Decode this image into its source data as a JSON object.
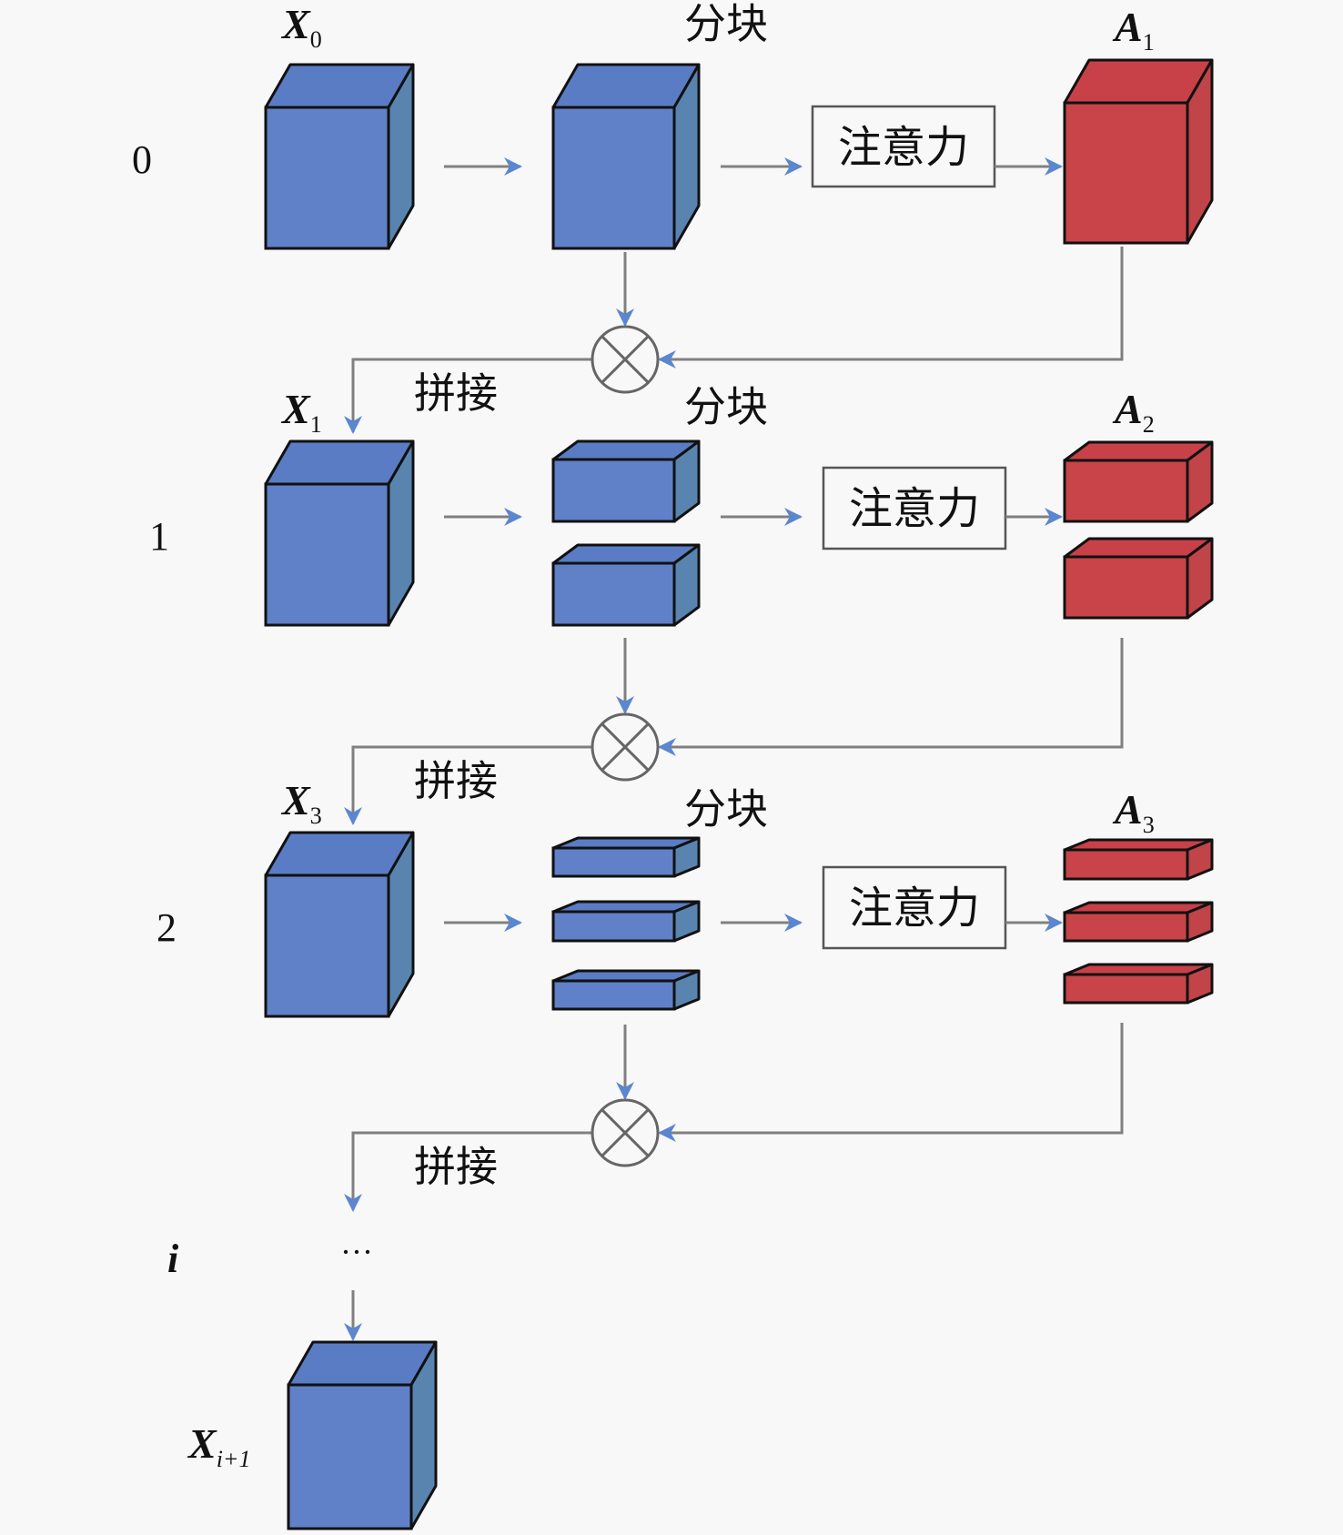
{
  "colors": {
    "background": "#f8f8f8",
    "blue_front": "#6080c8",
    "blue_top": "#5a7cc4",
    "blue_side": "#5a84b0",
    "red_front": "#c84448",
    "red_top": "#c84048",
    "red_side": "#c04448",
    "outline": "#111111",
    "connector_line": "#808080",
    "arrowhead": "#5b86d0",
    "circle": "#666666"
  },
  "stage_labels": [
    "0",
    "1",
    "2",
    "i"
  ],
  "input_labels": [
    {
      "main": "X",
      "sub": "0"
    },
    {
      "main": "X",
      "sub": "1"
    },
    {
      "main": "X",
      "sub": "3"
    },
    {
      "main": "X",
      "sub": "i+1"
    }
  ],
  "attention_labels": [
    {
      "main": "A",
      "sub": "1"
    },
    {
      "main": "A",
      "sub": "2"
    },
    {
      "main": "A",
      "sub": "3"
    }
  ],
  "split_label": "分块",
  "attention_box_label": "注意力",
  "concat_label": "拼接",
  "ellipsis": "···",
  "rows": [
    {
      "split_count": 1
    },
    {
      "split_count": 2
    },
    {
      "split_count": 3
    }
  ]
}
